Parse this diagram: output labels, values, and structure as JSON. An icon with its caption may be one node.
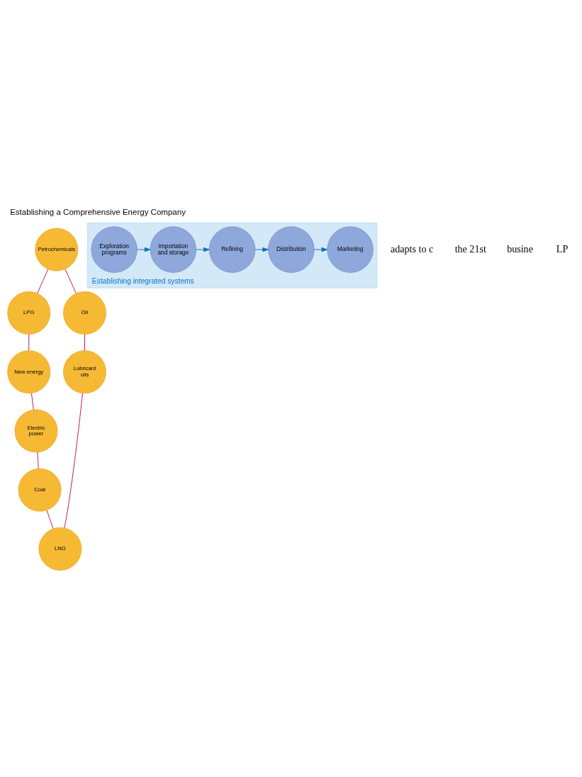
{
  "diagram": {
    "title": "Establishing a Comprehensive Energy Company",
    "nodes": [
      {
        "text": [
          "Petrochemicals"
        ]
      },
      {
        "text": [
          "LPG"
        ]
      },
      {
        "text": [
          "Oil"
        ]
      },
      {
        "text": [
          "New energy"
        ]
      },
      {
        "text": [
          "Establishing integrated systems"
        ]
      },
      {
        "text": [
          "Exploration programs"
        ],
        "in": 4
      },
      {
        "text": [
          "Importation and storage"
        ],
        "in": 4
      },
      {
        "text": [
          "Refining"
        ],
        "in": 4
      },
      {
        "text": [
          "Distribution"
        ],
        "in": 4
      },
      {
        "text": [
          "Marketing"
        ],
        "in": 4
      },
      {
        "text": [
          "Electric power"
        ]
      },
      {
        "text": [
          "Lubricant oils"
        ]
      },
      {
        "text": [
          "Coal"
        ]
      },
      {
        "text": [
          "LNG"
        ]
      }
    ],
    "edges": [
      {
        "from": 0,
        "to": 1,
        "arrow": "none"
      },
      {
        "from": 1,
        "to": 3,
        "arrow": "none"
      },
      {
        "from": 3,
        "to": 10,
        "arrow": "none"
      },
      {
        "from": 10,
        "to": 12,
        "arrow": "none"
      },
      {
        "from": 12,
        "to": 13,
        "arrow": "none"
      },
      {
        "from": 13,
        "to": 11,
        "arrow": "none"
      },
      {
        "from": 11,
        "to": 2,
        "arrow": "none"
      },
      {
        "from": 2,
        "to": 0,
        "arrow": "none"
      },
      {
        "from": 5,
        "to": 6,
        "arrow": "to",
        "color": "#0a72bd"
      },
      {
        "from": 6,
        "to": 7,
        "arrow": "to",
        "color": "#0a72bd"
      },
      {
        "from": 7,
        "to": 8,
        "arrow": "to",
        "color": "#0a72bd"
      },
      {
        "from": 8,
        "to": 9,
        "arrow": "to",
        "color": "#0a72bd"
      }
    ],
    "labels": [
      "adapts to c",
      "the 21st",
      "busine",
      "LP"
    ]
  }
}
